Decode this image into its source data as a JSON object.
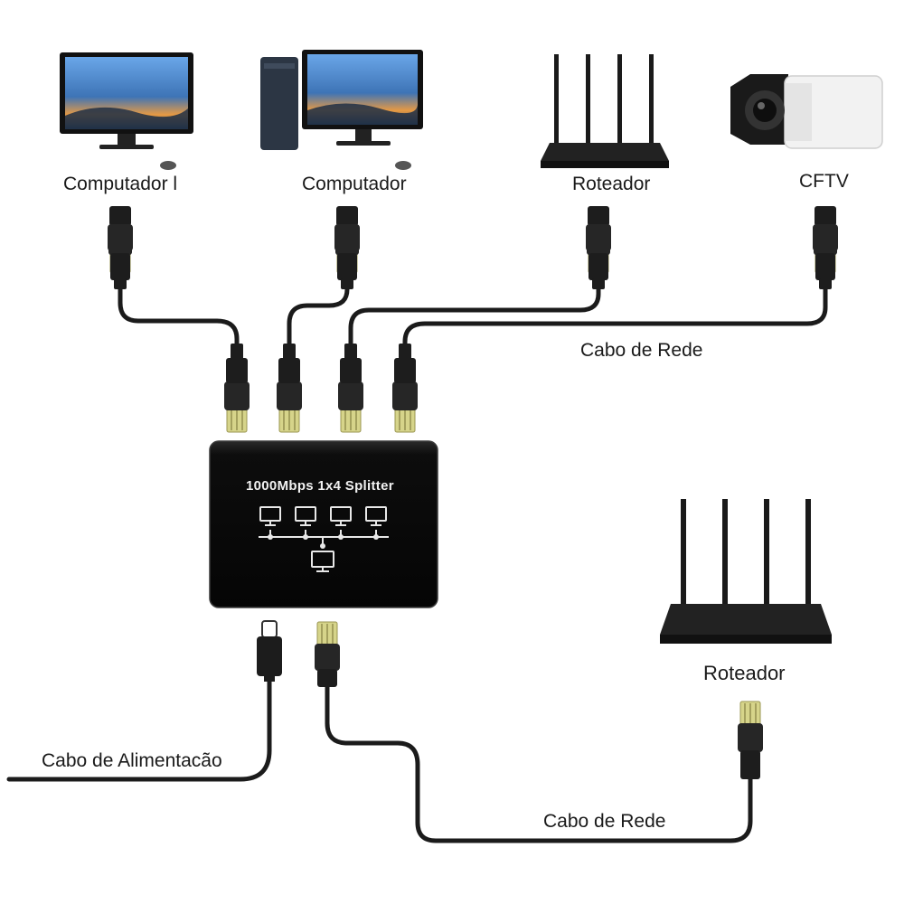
{
  "labels": {
    "computer_1": "Computador l",
    "computer_2": "Computador",
    "router_top": "Roteador",
    "cctv": "CFTV",
    "network_cable_top": "Cabo de Rede",
    "router_bottom": "Roteador",
    "power_cable": "Cabo de Alimentacão",
    "network_cable_bottom": "Cabo de Rede"
  },
  "device": {
    "title": "1000Mbps 1x4 Splitter"
  },
  "colors": {
    "cable": "#1b1b1b",
    "connector": "#222222",
    "connector_plug": "#d8d88e",
    "device_body": "#0c0c0c",
    "screen": "#4a86c8"
  }
}
